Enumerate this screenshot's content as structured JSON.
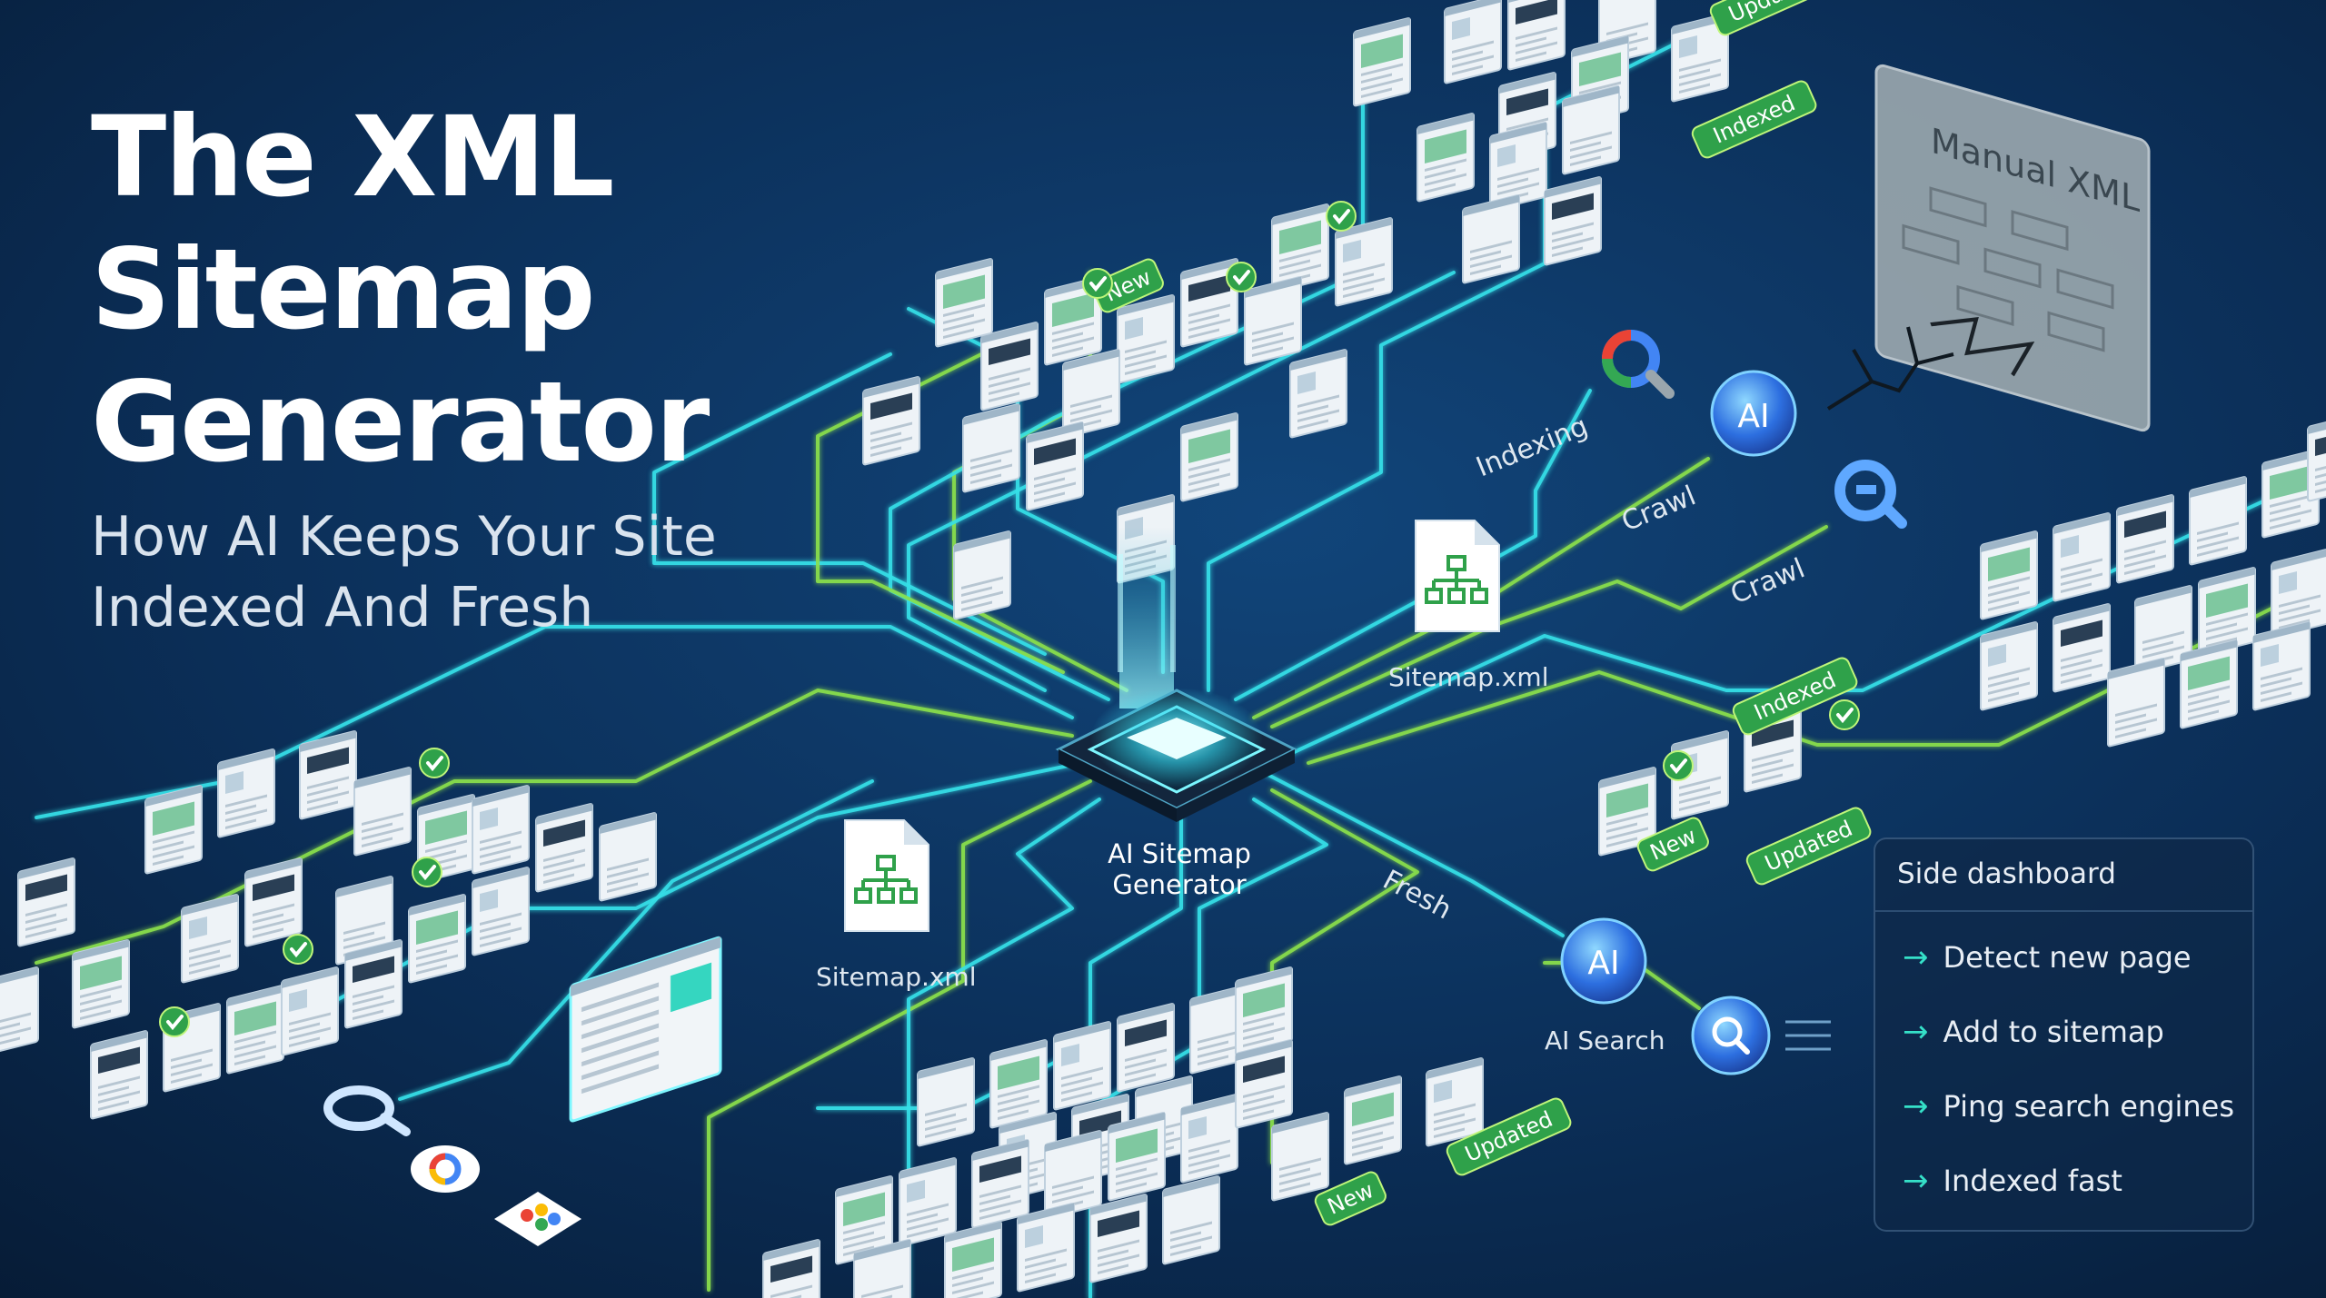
{
  "hero": {
    "title_lines": [
      "The XML",
      "Sitemap",
      "Generator"
    ],
    "subtitle_lines": [
      "How AI Keeps Your Site",
      "Indexed And Fresh"
    ]
  },
  "center": {
    "label_lines": [
      "AI Sitemap",
      "Generator"
    ],
    "sitemap_label": "Sitemap.xml"
  },
  "flow_labels": {
    "indexing": "Indexing",
    "crawl": "Crawl",
    "fresh": "Fresh",
    "ai_search": "AI Search",
    "ai": "AI"
  },
  "badges": {
    "new": "New",
    "updated": "Updated",
    "indexed": "Indexed"
  },
  "manual_panel": {
    "title": "Manual XML"
  },
  "dashboard": {
    "title": "Side dashboard",
    "items": [
      "Detect new page",
      "Add to sitemap",
      "Ping search engines",
      "Indexed fast"
    ]
  },
  "colors": {
    "background": "#0a2a4e",
    "cyan": "#35e0e8",
    "green": "#8be04a",
    "badge_green": "#2fa14a",
    "text": "#ffffff"
  },
  "icons": [
    "sitemap-file-icon",
    "search-icon",
    "google-icon",
    "ai-orb-icon",
    "check-icon",
    "arrow-right-icon"
  ]
}
